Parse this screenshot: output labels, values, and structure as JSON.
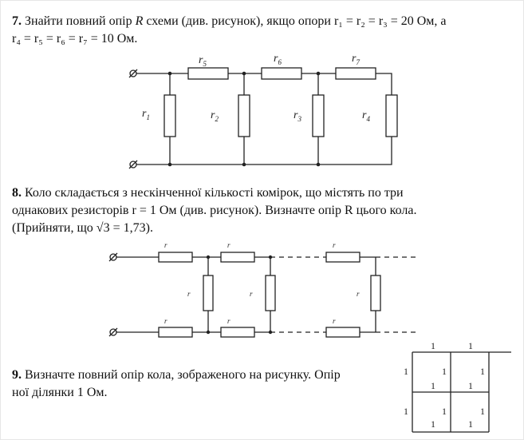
{
  "problem7": {
    "number": "7.",
    "text_a": "Знайти повний опір",
    "text_R": "R",
    "text_b": "схеми (див. рисунок), якщо опори",
    "line2": "r₄ = r₅ = r₆ = r₇ = 10 Ом.",
    "cond1": "r₁ = r₂ = r₃ = 20 Ом, а",
    "labels": [
      "r",
      "r",
      "r",
      "r",
      "r",
      "r",
      "r"
    ],
    "subscripts": [
      "1",
      "2",
      "3",
      "4",
      "5",
      "6",
      "7"
    ]
  },
  "problem8": {
    "number": "8.",
    "line1": "Коло складається з нескінченної кількості комірок, що містять по три",
    "line2": "однакових резисторів r = 1 Ом (див. рисунок). Визначте опір R цього кола.",
    "line3": "(Прийняти, що √3 = 1,73).",
    "resistor_label": "r"
  },
  "problem9": {
    "number": "9.",
    "line1": "Визначте повний опір кола, зображеного на рисунку. Опір",
    "line2": "ної ділянки 1 Ом.",
    "value_label": "1"
  }
}
